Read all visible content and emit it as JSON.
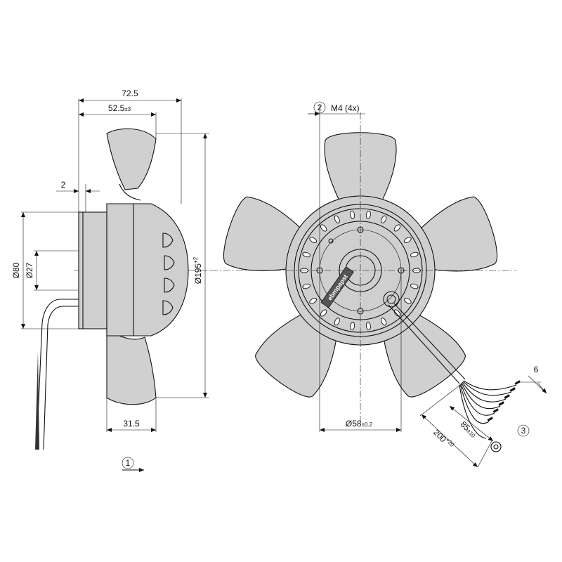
{
  "side_view": {
    "dim_total_depth": "72.5",
    "dim_blade_depth": "52.5",
    "dim_blade_depth_tol": "±3",
    "dim_offset": "2",
    "dim_flange_dia": "Ø80",
    "dim_hub_dia": "Ø27",
    "dim_fan_dia": "Ø195",
    "dim_fan_dia_tol": "+2",
    "dim_bottom": "31.5",
    "callout_airflow": "1"
  },
  "front_view": {
    "callout_thread": "2",
    "thread_label": "M4 (4x)",
    "dim_bolt_circle": "Ø58",
    "dim_bolt_circle_tol": "±0.2",
    "dim_wire_strip": "6",
    "dim_lead_short": "85",
    "dim_lead_short_tol": "±10",
    "dim_lead_long": "200",
    "dim_lead_long_tol": "+20",
    "callout_leads": "3",
    "brand_label": "ebmpapst"
  }
}
